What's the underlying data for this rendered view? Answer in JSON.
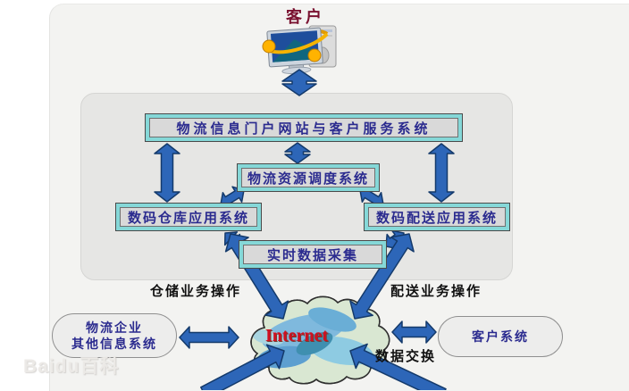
{
  "page": {
    "watermark": "Baidu百科"
  },
  "nodes": {
    "customer_label": "客户",
    "portal": "物流信息门户网站与客户服务系统",
    "scheduling": "物流资源调度系统",
    "warehouse": "数码仓库应用系统",
    "delivery": "数码配送应用系统",
    "realtime": "实时数据采集",
    "other_systems_line1": "物流企业",
    "other_systems_line2": "其他信息系统",
    "customer_system": "客户系统",
    "internet": "Internet"
  },
  "labels": {
    "warehouse_ops": "仓储业务操作",
    "delivery_ops": "配送业务操作",
    "data_exchange": "数据交换"
  },
  "icons": {
    "customer_device": "computer-icon",
    "internet": "cloud-icon"
  },
  "colors": {
    "arrow_fill": "#2d66b8",
    "arrow_outline": "#143a6b",
    "box_border_cyan": "#85d8d8",
    "box_fill": "#d9d9d9",
    "box_text_navy": "#2b2b8f",
    "customer_label_red": "#7a1230",
    "internet_text_red": "#cf1020",
    "cloud_fill_green": "#d9e7d2",
    "container_gray": "#e6e6e4",
    "background_gray": "#f3f3f1"
  }
}
